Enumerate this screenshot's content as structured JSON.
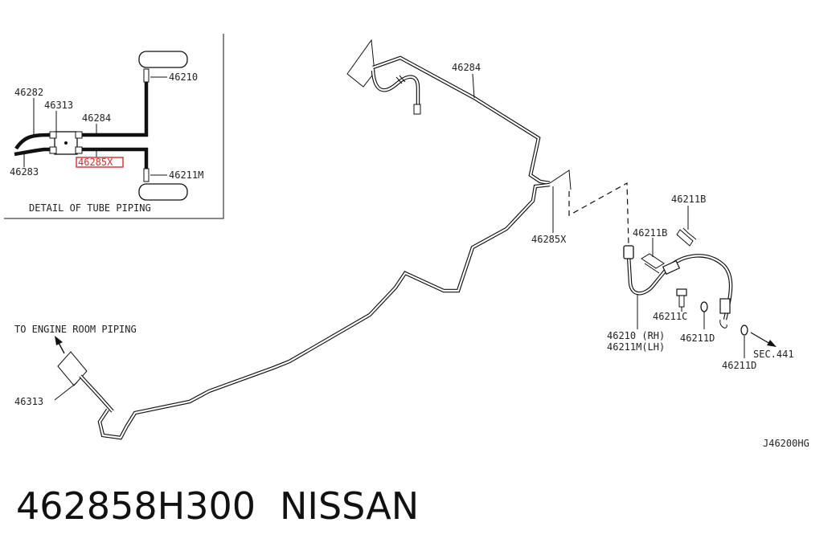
{
  "labels": {
    "detail": {
      "p46282": "46282",
      "p46313": "46313",
      "p46284": "46284",
      "p46210": "46210",
      "p46283": "46283",
      "p46285x": "46285X",
      "p46211m": "46211M",
      "caption": "DETAIL OF TUBE PIPING"
    },
    "main": {
      "p46284": "46284",
      "p46285x": "46285X",
      "p46211b_top": "46211B",
      "p46211b_mid": "46211B",
      "p46211c": "46211C",
      "p46211d_a": "46211D",
      "p46211d_b": "46211D",
      "p46210_rh": "46210 (RH)",
      "p46211m_lh": "46211M(LH)",
      "sec441": "SEC.441",
      "to_engine": "TO ENGINE ROOM PIPING",
      "p46313": "46313",
      "drawing_code": "J46200HG"
    }
  },
  "footer": {
    "part_number": "462858H300",
    "brand": "NISSAN"
  },
  "highlight_color": "#d32f2f"
}
